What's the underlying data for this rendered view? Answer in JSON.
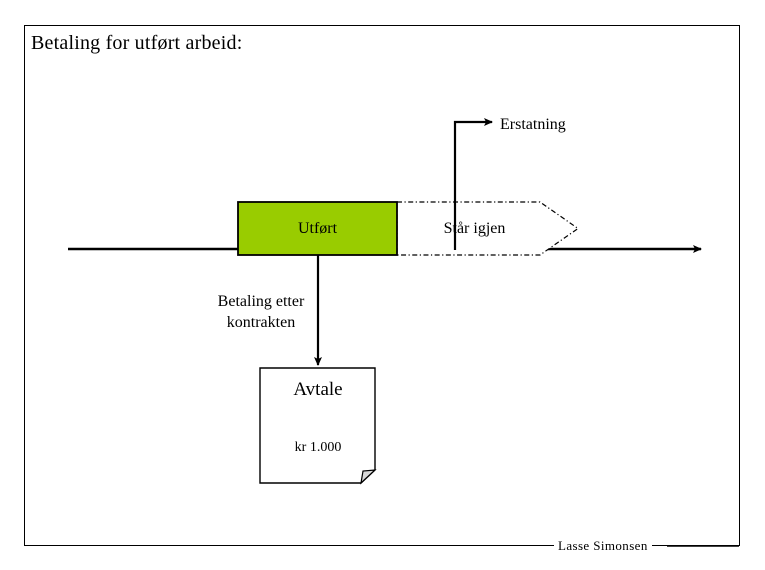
{
  "slide": {
    "title": "Betaling for utført arbeid:",
    "signature": "Lasse Simonsen",
    "background_color": "#ffffff",
    "frame_color": "#000000"
  },
  "diagram": {
    "type": "timeline-flow",
    "timeline_label": "",
    "nodes": {
      "done_box": {
        "label": "Utført",
        "fill_color": "#99CC00",
        "stroke_color": "#000000"
      },
      "remaining_arrow": {
        "label": "Står igjen",
        "fill_color": "#ffffff",
        "stroke_color": "#000000",
        "stroke_style": "dash-dot"
      },
      "compensation": {
        "label": "Erstatning"
      },
      "payment_flow": {
        "label": "Betaling etter kontrakten",
        "label_line_1": "Betaling etter",
        "label_line_2": "kontrakten"
      },
      "agreement_doc": {
        "label": "Avtale",
        "amount": "kr 1.000",
        "fill_color": "#ffffff",
        "stroke_color": "#000000",
        "fold_color": "#d9d9d9"
      }
    }
  }
}
